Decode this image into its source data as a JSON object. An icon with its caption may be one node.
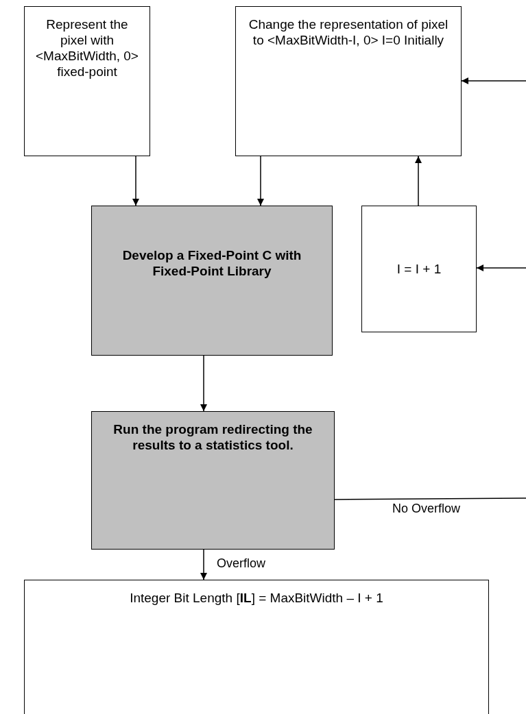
{
  "diagram": {
    "nodes": [
      {
        "text": [
          "Represent the pixel with <MaxBitWidth, 0> fixed-point"
        ]
      },
      {
        "text": [
          "Change the representation of pixel to <MaxBitWidth-I, 0> I=0 Initially"
        ]
      },
      {
        "text": [
          "Develop a Fixed-Point C with Fixed-Point Library"
        ]
      },
      {
        "text": [
          "I = I + 1"
        ]
      },
      {
        "text": [
          "Run the program redirecting the results to a statistics tool."
        ]
      },
      {
        "text": [
          "Integer Bit Length [**IL**] = MaxBitWidth – I + 1"
        ]
      }
    ],
    "edges": [
      {
        "from": 0,
        "to": 2,
        "arrow": "to"
      },
      {
        "from": 1,
        "to": 2,
        "arrow": "to"
      },
      {
        "from": 2,
        "to": 4,
        "arrow": "to"
      },
      {
        "from": 4,
        "to": 5,
        "arrow": "to",
        "label": "Overflow"
      },
      {
        "from": 3,
        "to": 1,
        "arrow": "to"
      },
      {
        "from": null,
        "to": 1,
        "arrow": "to"
      },
      {
        "from": null,
        "to": 3,
        "arrow": "to"
      },
      {
        "from": 4,
        "to": null,
        "arrow": "none",
        "label": "No Overflow"
      }
    ]
  }
}
